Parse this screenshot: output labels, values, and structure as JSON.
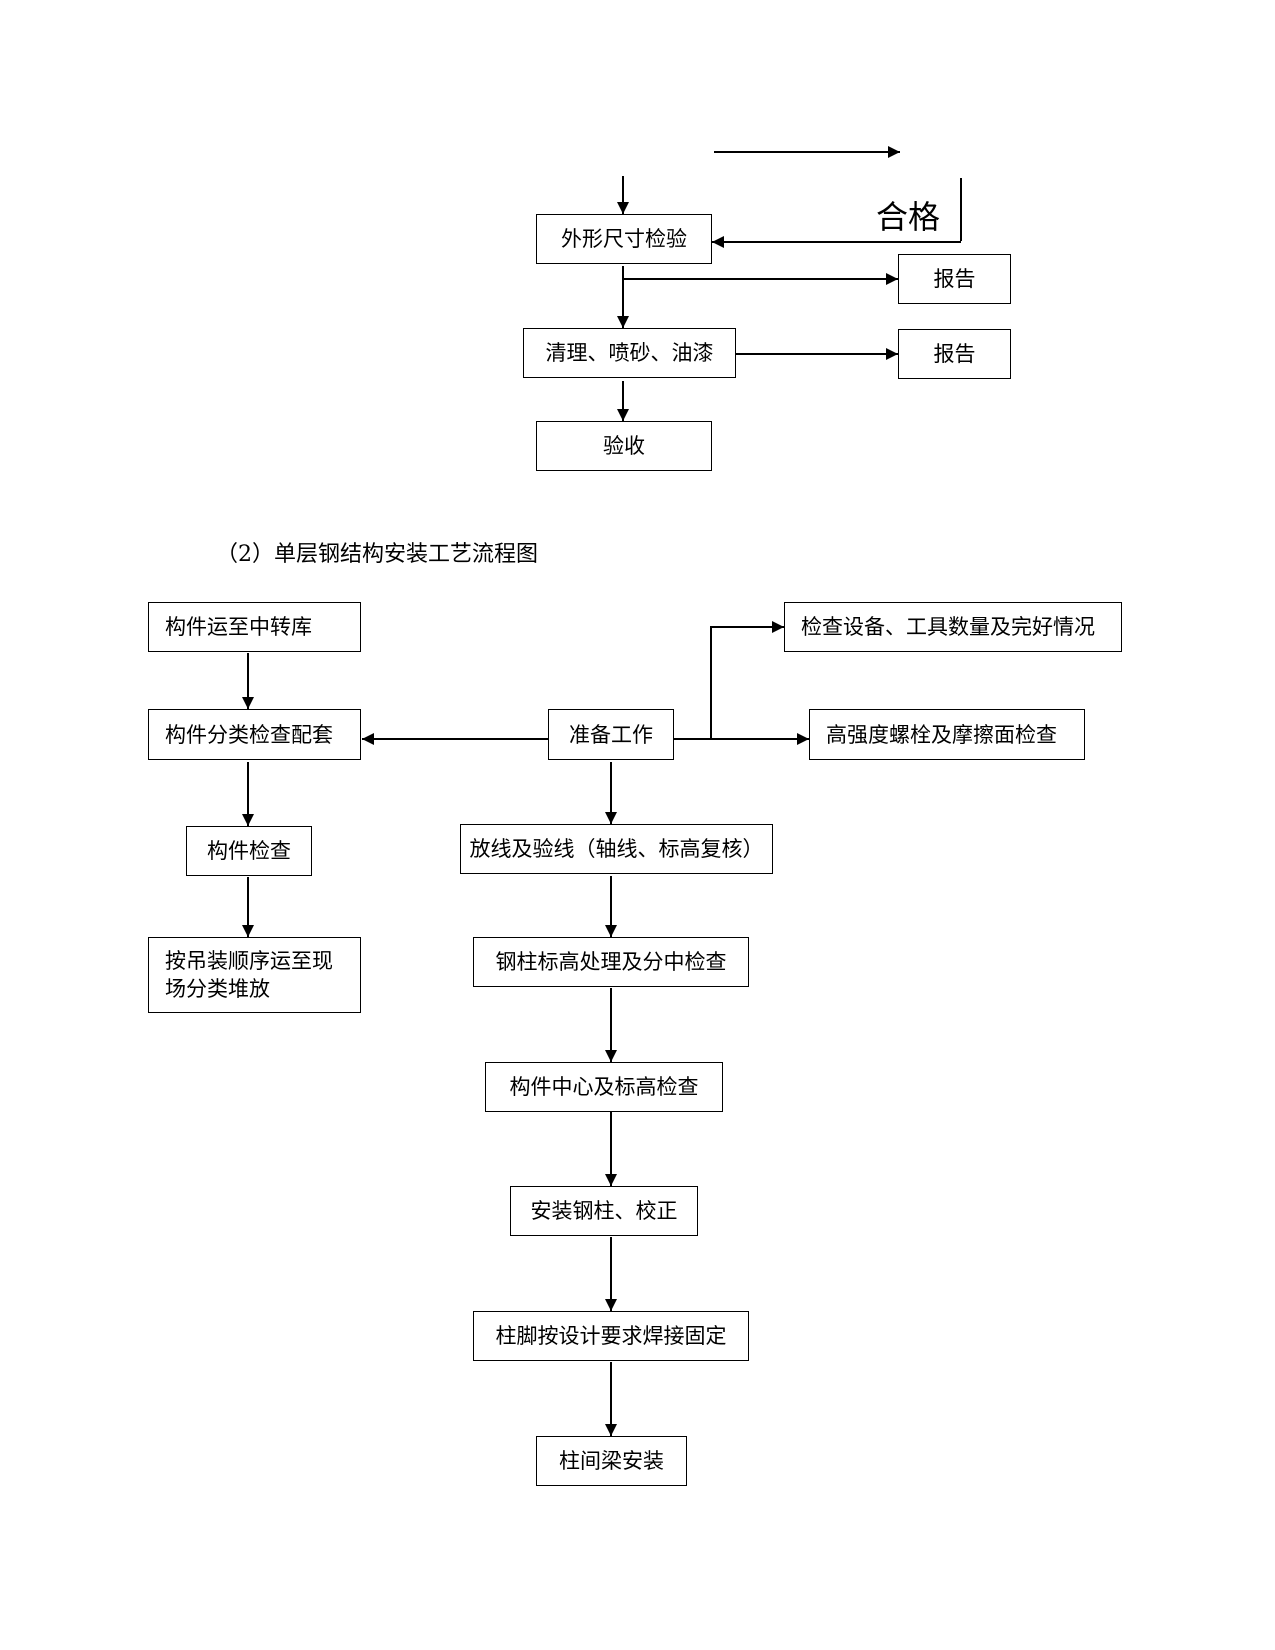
{
  "flow1": {
    "qualified_label": "合格",
    "dimension_inspection": "外形尺寸检验",
    "report_1": "报告",
    "cleaning_painting": "清理、喷砂、油漆",
    "report_2": "报告",
    "acceptance": "验收"
  },
  "section_heading": "（2）单层钢结构安装工艺流程图",
  "flow2": {
    "transport_to_warehouse": "构件运至中转库",
    "classify_inspect_kit": "构件分类检查配套",
    "component_inspection": "构件检查",
    "transport_to_site": "按吊装顺序运至现场分类堆放",
    "preparation": "准备工作",
    "check_equipment": "检查设备、工具数量及完好情况",
    "bolt_friction_check": "高强度螺栓及摩擦面检查",
    "setting_out": "放线及验线（轴线、标高复核）",
    "column_elevation": "钢柱标高处理及分中检查",
    "center_elevation_check": "构件中心及标高检查",
    "install_columns": "安装钢柱、校正",
    "column_base_welding": "柱脚按设计要求焊接固定",
    "beam_installation": "柱间梁安装"
  }
}
